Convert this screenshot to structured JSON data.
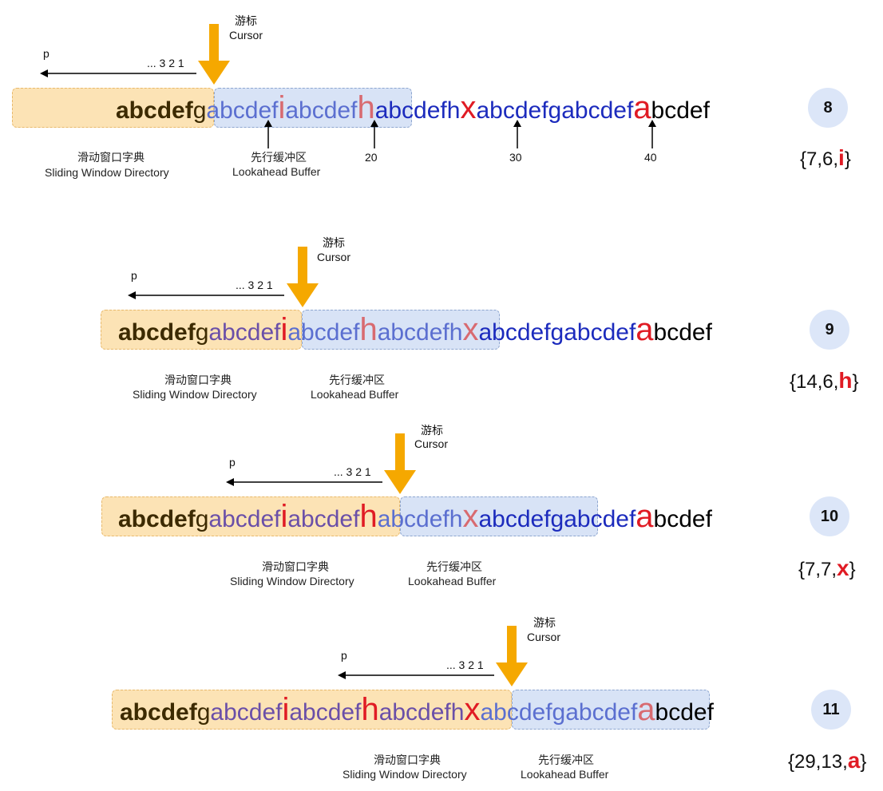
{
  "labels": {
    "cursor_zh": "游标",
    "cursor_en": "Cursor",
    "p": "p",
    "counter": "... 3 2 1",
    "window_zh": "滑动窗口字典",
    "window_en": "Sliding Window Directory",
    "lookahead_zh": "先行缓冲区",
    "lookahead_en": "Lookahead Buffer"
  },
  "sequence": {
    "seg1": "abcdef",
    "seg2": "g",
    "seg3": "abcdef",
    "seg4": "i",
    "seg5": "abcdef",
    "seg6": "h",
    "seg7": "abcdefh",
    "seg8": "x",
    "seg9": "abcdefgabcdef",
    "seg10": "a",
    "seg11": "bcdef"
  },
  "positions": [
    "20",
    "30",
    "40"
  ],
  "steps": [
    {
      "number": "8",
      "triple_prefix": "{7,6,",
      "triple_char": "i",
      "triple_suffix": "}"
    },
    {
      "number": "9",
      "triple_prefix": "{14,6,",
      "triple_char": "h",
      "triple_suffix": "}"
    },
    {
      "number": "10",
      "triple_prefix": "{7,7,",
      "triple_char": "x",
      "triple_suffix": "}"
    },
    {
      "number": "11",
      "triple_prefix": "{29,13,",
      "triple_char": "a",
      "triple_suffix": "}"
    }
  ],
  "colors": {
    "window_fill": "#fce3b5",
    "lookahead_fill": "#d8e3f6",
    "cursor_arrow": "#f5a800",
    "highlight_red": "#e01b24",
    "badge_fill": "#dce6f8"
  }
}
